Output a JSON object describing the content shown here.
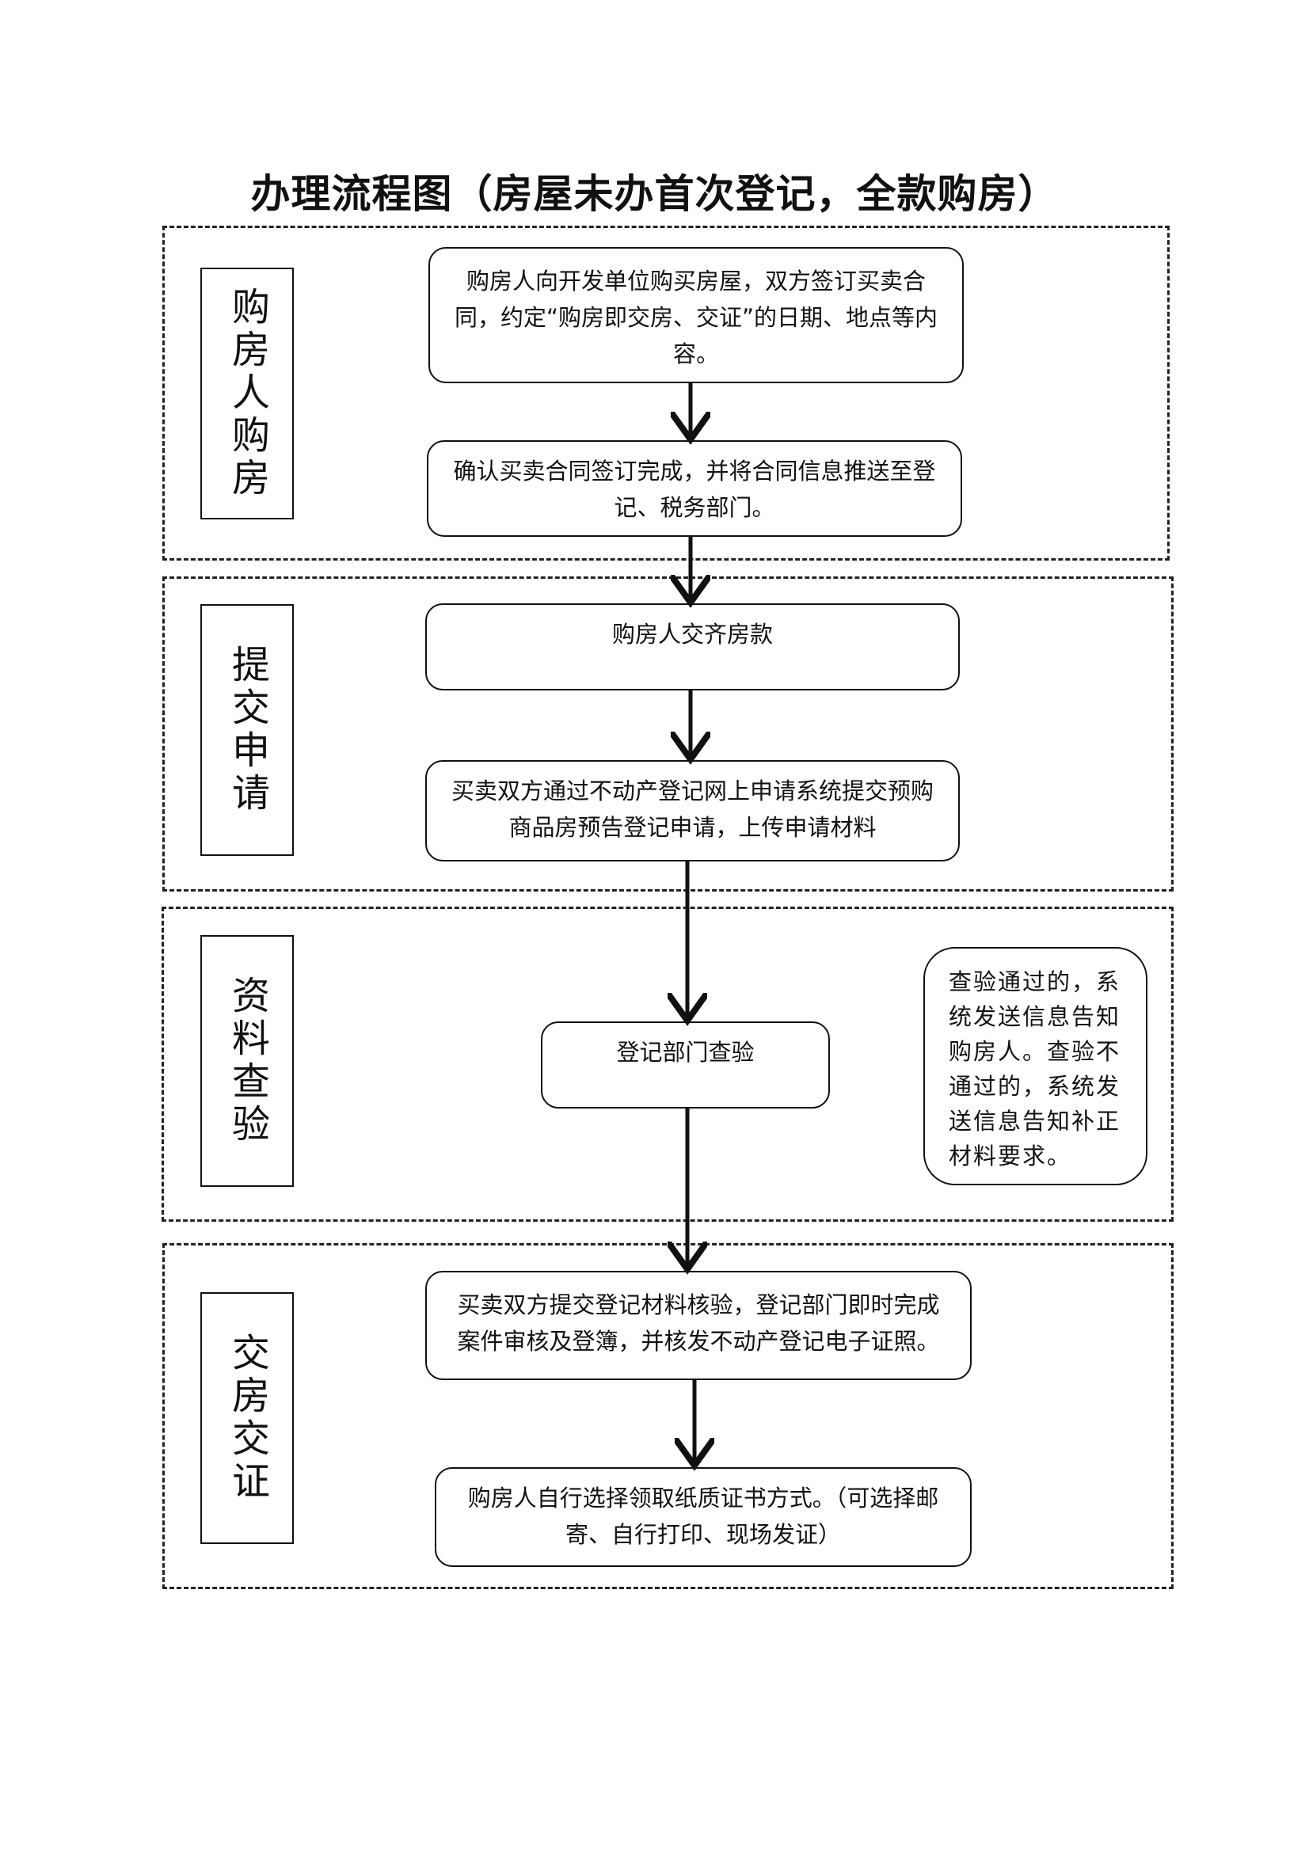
{
  "title": "办理流程图（房屋未办首次登记，全款购房）",
  "stages": [
    {
      "label": "购房人购房"
    },
    {
      "label": "提交申请"
    },
    {
      "label": "资料查验"
    },
    {
      "label": "交房交证"
    }
  ],
  "steps": [
    {
      "text": "购房人向开发单位购买房屋，双方签订买卖合同，约定“购房即交房、交证”的日期、地点等内容。"
    },
    {
      "text": "确认买卖合同签订完成，并将合同信息推送至登记、税务部门。"
    },
    {
      "text": "购房人交齐房款"
    },
    {
      "text": "买卖双方通过不动产登记网上申请系统提交预购商品房预告登记申请，上传申请材料"
    },
    {
      "text": "登记部门查验"
    },
    {
      "text": "买卖双方提交登记材料核验，登记部门即时完成案件审核及登簿，并核发不动产登记电子证照。"
    },
    {
      "text": "购房人自行选择领取纸质证书方式。（可选择邮寄、自行打印、现场发证）"
    }
  ],
  "note": {
    "text": "查验通过的，系统发送信息告知购房人。查验不通过的，系统发送信息告知补正材料要求。"
  }
}
